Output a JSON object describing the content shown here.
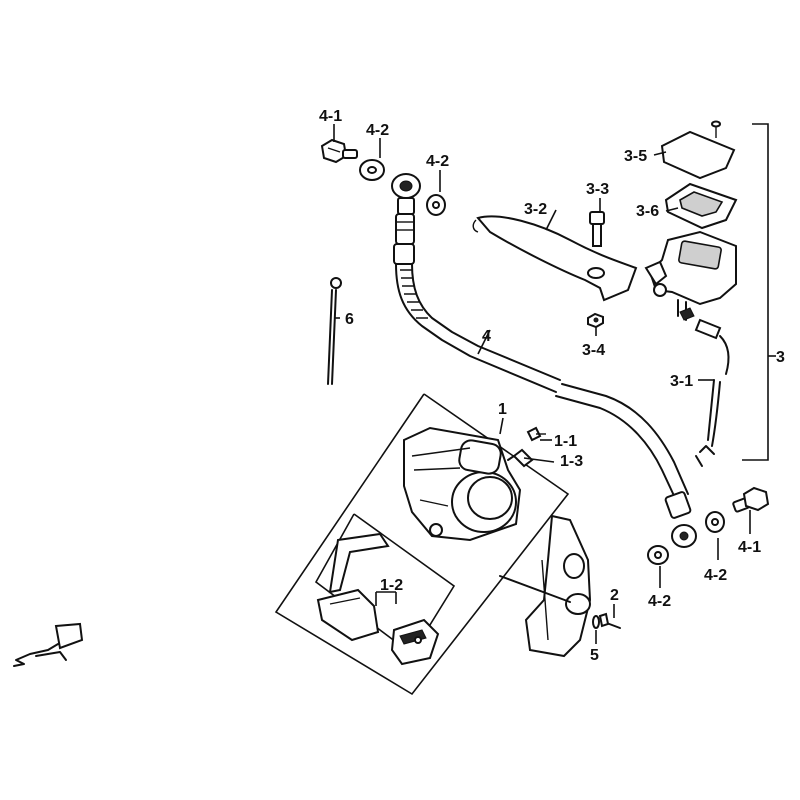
{
  "diagram": {
    "callouts": [
      {
        "id": "4-1-top",
        "text": "4-1"
      },
      {
        "id": "4-2-top-a",
        "text": "4-2"
      },
      {
        "id": "4-2-top-b",
        "text": "4-2"
      },
      {
        "id": "3-5",
        "text": "3-5"
      },
      {
        "id": "3-3",
        "text": "3-3"
      },
      {
        "id": "3-2",
        "text": "3-2"
      },
      {
        "id": "3-6",
        "text": "3-6"
      },
      {
        "id": "6",
        "text": "6"
      },
      {
        "id": "4",
        "text": "4"
      },
      {
        "id": "3-4",
        "text": "3-4"
      },
      {
        "id": "3",
        "text": "3"
      },
      {
        "id": "3-1",
        "text": "3-1"
      },
      {
        "id": "1",
        "text": "1"
      },
      {
        "id": "1-1",
        "text": "1-1"
      },
      {
        "id": "1-3",
        "text": "1-3"
      },
      {
        "id": "4-1-bot",
        "text": "4-1"
      },
      {
        "id": "4-2-bot-a",
        "text": "4-2"
      },
      {
        "id": "4-2-bot-b",
        "text": "4-2"
      },
      {
        "id": "1-2",
        "text": "1-2"
      },
      {
        "id": "2",
        "text": "2"
      },
      {
        "id": "5",
        "text": "5"
      }
    ]
  }
}
